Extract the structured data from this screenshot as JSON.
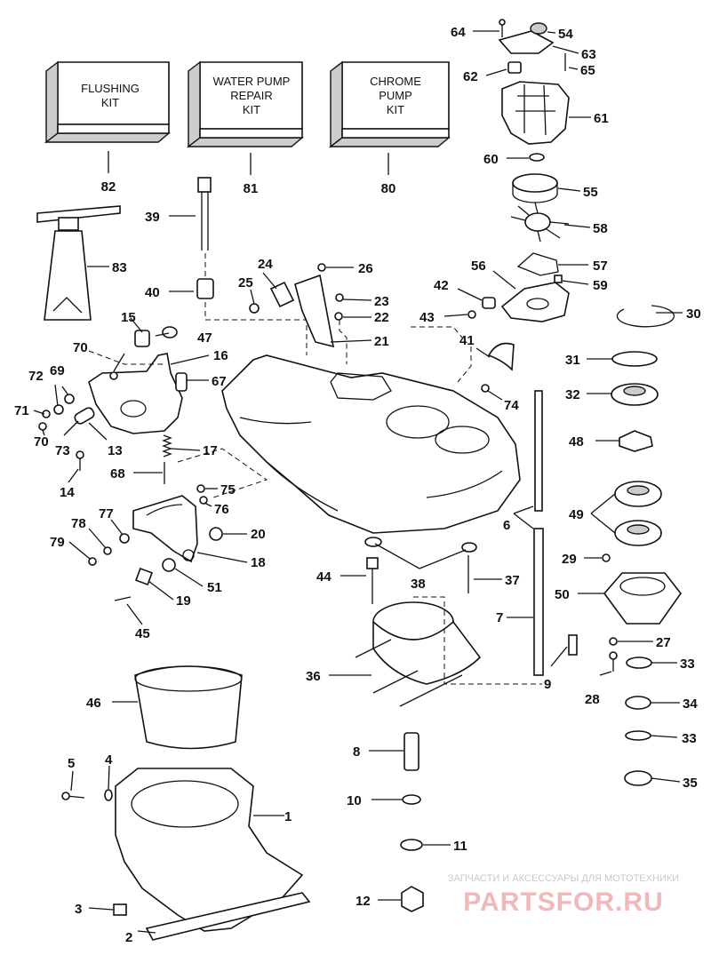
{
  "kits": [
    {
      "id": "flushing-kit",
      "lines": [
        "FLUSHING",
        "KIT"
      ],
      "number": "82"
    },
    {
      "id": "water-pump-repair-kit",
      "lines": [
        "WATER PUMP",
        "REPAIR",
        "KIT"
      ],
      "number": "81"
    },
    {
      "id": "chrome-pump-kit",
      "lines": [
        "CHROME",
        "PUMP",
        "KIT"
      ],
      "number": "80"
    }
  ],
  "callouts": [
    "1",
    "2",
    "3",
    "4",
    "5",
    "6",
    "7",
    "8",
    "9",
    "10",
    "11",
    "12",
    "13",
    "14",
    "15",
    "16",
    "17",
    "18",
    "19",
    "20",
    "21",
    "22",
    "23",
    "24",
    "25",
    "26",
    "27",
    "28",
    "29",
    "30",
    "31",
    "32",
    "33",
    "33",
    "34",
    "35",
    "36",
    "37",
    "38",
    "39",
    "40",
    "41",
    "42",
    "43",
    "44",
    "45",
    "46",
    "47",
    "48",
    "49",
    "50",
    "51",
    "54",
    "55",
    "56",
    "57",
    "58",
    "59",
    "60",
    "61",
    "62",
    "63",
    "64",
    "65",
    "67",
    "68",
    "69",
    "70",
    "70",
    "71",
    "72",
    "73",
    "74",
    "75",
    "76",
    "77",
    "78",
    "79",
    "83"
  ],
  "watermark": {
    "tagline": "ЗАПЧАСТИ И АКСЕССУАРЫ ДЛЯ МОТОТЕХНИКИ",
    "brand": "PARTSFOR.RU"
  }
}
